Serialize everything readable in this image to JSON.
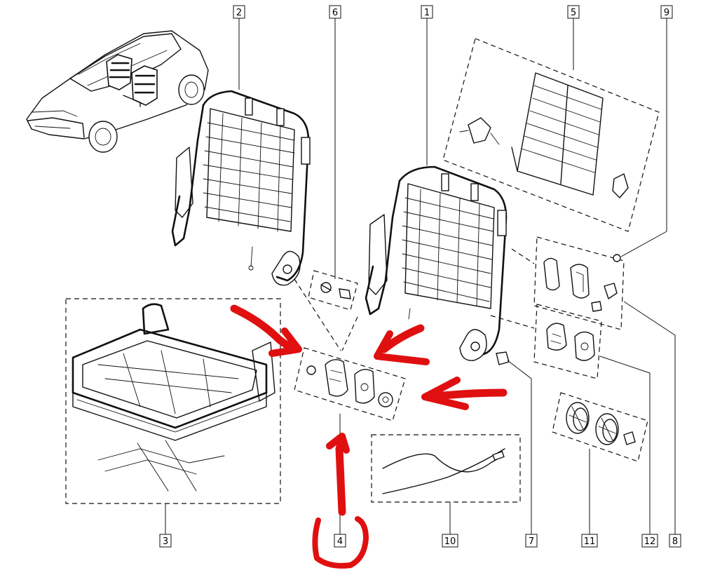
{
  "callouts": {
    "c1": "1",
    "c2": "2",
    "c3": "3",
    "c4": "4",
    "c5": "5",
    "c6": "6",
    "c7": "7",
    "c8": "8",
    "c9": "9",
    "c10": "10",
    "c11": "11",
    "c12": "12"
  },
  "colors": {
    "line_art": "#111111",
    "highlight_annotation": "#e01010",
    "background": "#ffffff"
  }
}
